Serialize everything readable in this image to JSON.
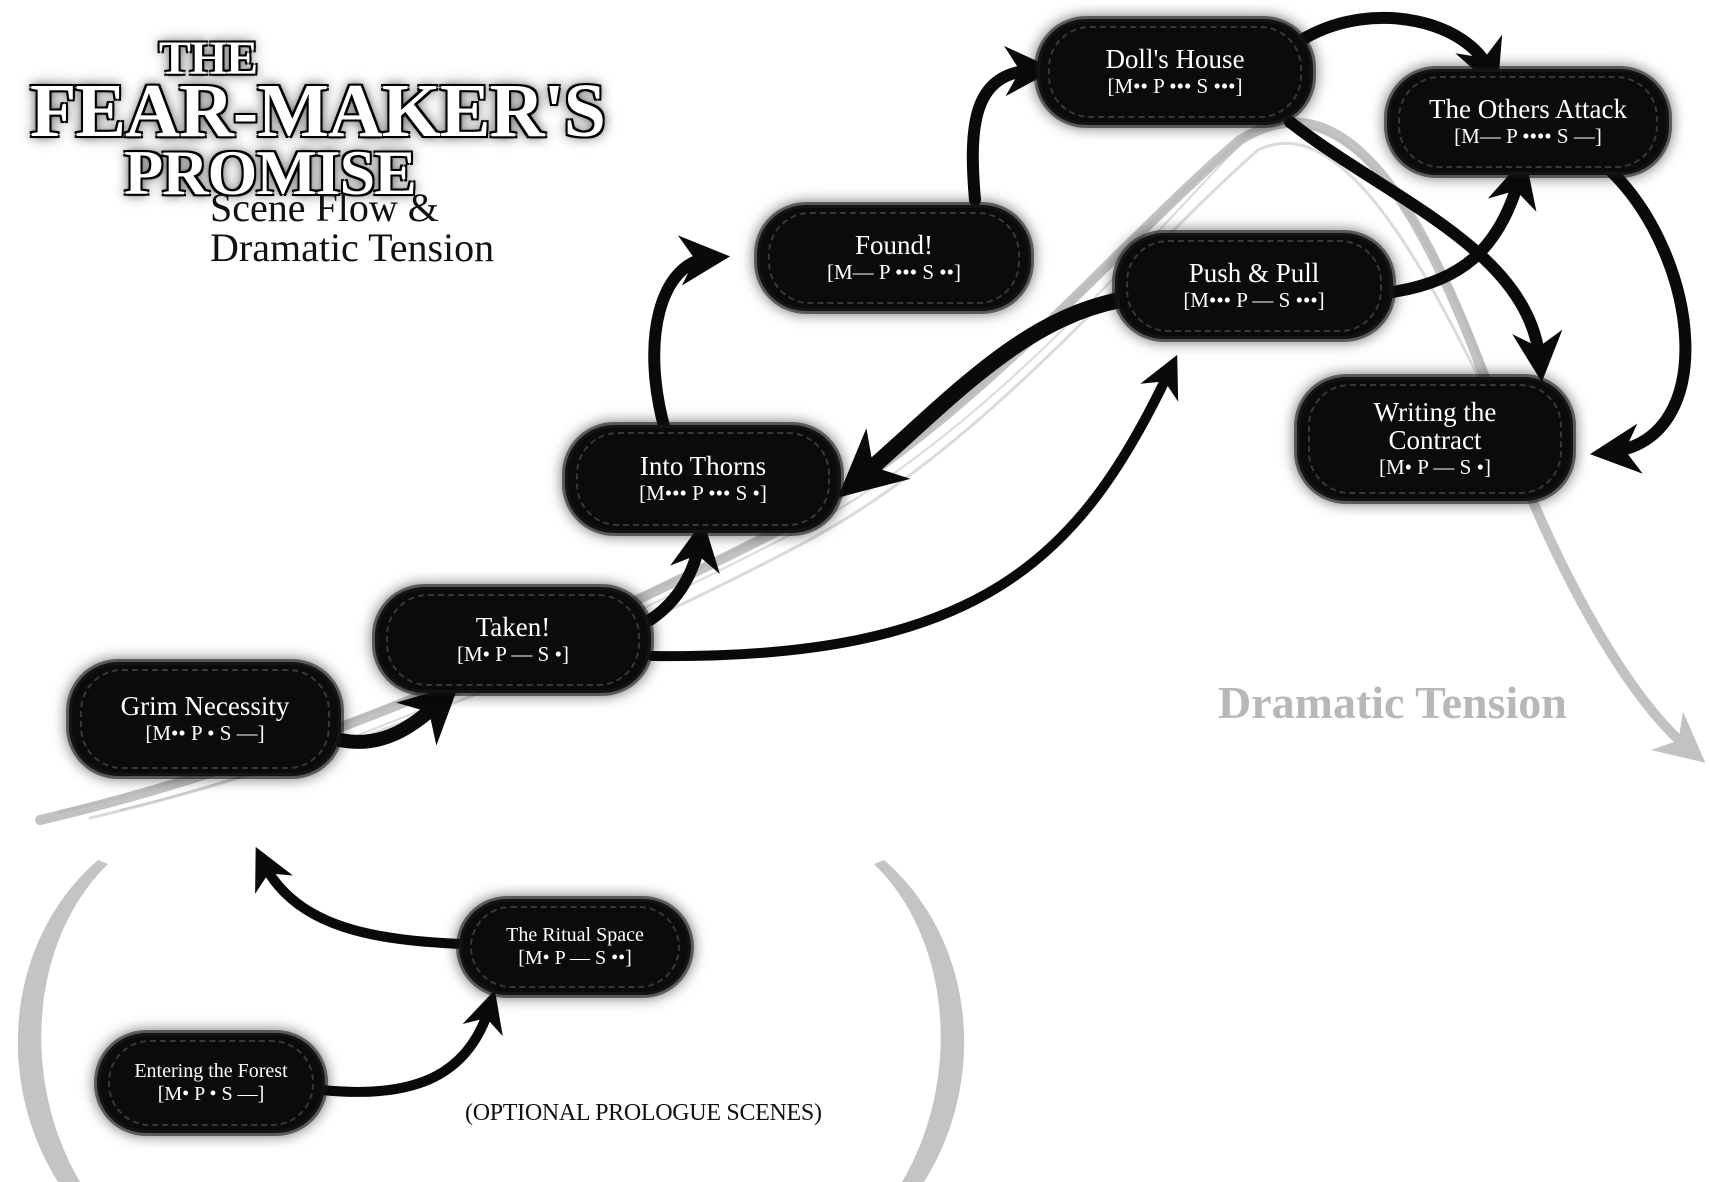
{
  "title": {
    "line1": "THE",
    "line2": "FEAR-MAKER'S",
    "line3": "PROMISE",
    "subtitle_line1": "Scene Flow &",
    "subtitle_line2": "Dramatic Tension"
  },
  "scenes": {
    "grim_necessity": {
      "name": "Grim Necessity",
      "rating": "[M•• P • S —]"
    },
    "taken": {
      "name": "Taken!",
      "rating": "[M• P — S •]"
    },
    "into_thorns": {
      "name": "Into Thorns",
      "rating": "[M••• P ••• S •]"
    },
    "found": {
      "name": "Found!",
      "rating": "[M— P ••• S ••]"
    },
    "dolls_house": {
      "name": "Doll's House",
      "rating": "[M•• P ••• S •••]"
    },
    "push_pull": {
      "name": "Push & Pull",
      "rating": "[M••• P — S •••]"
    },
    "others_attack": {
      "name": "The Others Attack",
      "rating": "[M— P •••• S —]"
    },
    "writing_contract": {
      "name_line1": "Writing the",
      "name_line2": "Contract",
      "rating": "[M• P — S •]"
    },
    "ritual_space": {
      "name": "The Ritual Space",
      "rating": "[M• P — S ••]"
    },
    "entering_forest": {
      "name": "Entering the Forest",
      "rating": "[M• P • S —]"
    }
  },
  "labels": {
    "dramatic_tension": "Dramatic Tension",
    "optional": "(OPTIONAL PROLOGUE SCENES)"
  },
  "colors": {
    "node_fill": "#0b0b0b",
    "arrow": "#0a0a0a",
    "tension_curve": "#b8b8b8",
    "background": "#ffffff"
  }
}
